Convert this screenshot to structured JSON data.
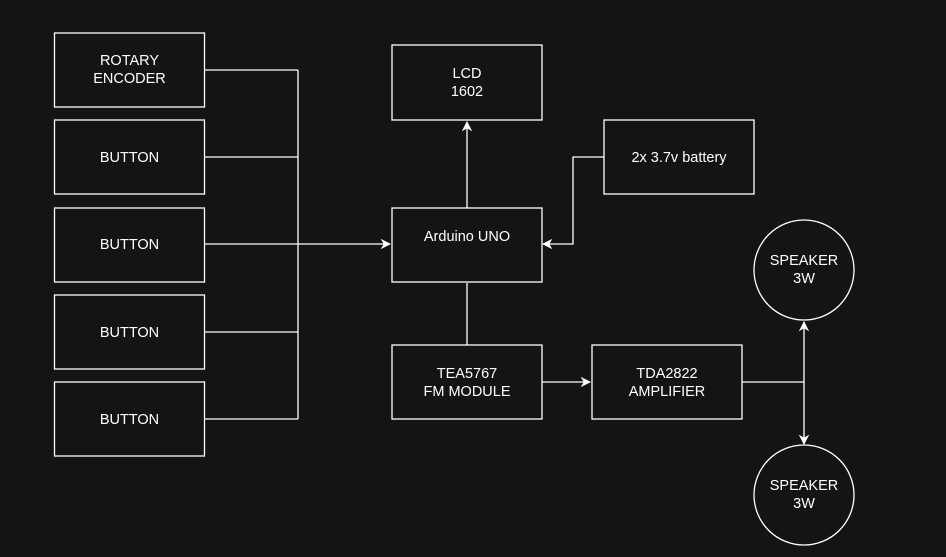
{
  "background": "#141414",
  "stroke_color": "#ffffff",
  "text_color": "#ffffff",
  "nodes": {
    "rotary_encoder": {
      "line1": "ROTARY",
      "line2": "ENCODER"
    },
    "button_1": {
      "line1": "BUTTON"
    },
    "button_2": {
      "line1": "BUTTON"
    },
    "button_3": {
      "line1": "BUTTON"
    },
    "button_4": {
      "line1": "BUTTON"
    },
    "lcd": {
      "line1": "LCD",
      "line2": "1602"
    },
    "battery": {
      "line1": "2x 3.7v battery"
    },
    "arduino": {
      "line1": "Arduino UNO"
    },
    "fm_module": {
      "line1": "TEA5767",
      "line2": "FM MODULE"
    },
    "amplifier": {
      "line1": "TDA2822",
      "line2": "AMPLIFIER"
    },
    "speaker_top": {
      "line1": "SPEAKER",
      "line2": "3W"
    },
    "speaker_bottom": {
      "line1": "SPEAKER",
      "line2": "3W"
    }
  },
  "connections": [
    {
      "from": "rotary_encoder",
      "to": "arduino"
    },
    {
      "from": "button_1",
      "to": "arduino"
    },
    {
      "from": "button_2",
      "to": "arduino"
    },
    {
      "from": "button_3",
      "to": "arduino"
    },
    {
      "from": "button_4",
      "to": "arduino"
    },
    {
      "from": "arduino",
      "to": "lcd"
    },
    {
      "from": "battery",
      "to": "arduino"
    },
    {
      "from": "arduino",
      "to": "fm_module",
      "arrow": false
    },
    {
      "from": "fm_module",
      "to": "amplifier"
    },
    {
      "from": "amplifier",
      "to": "speaker_top"
    },
    {
      "from": "amplifier",
      "to": "speaker_bottom"
    }
  ]
}
